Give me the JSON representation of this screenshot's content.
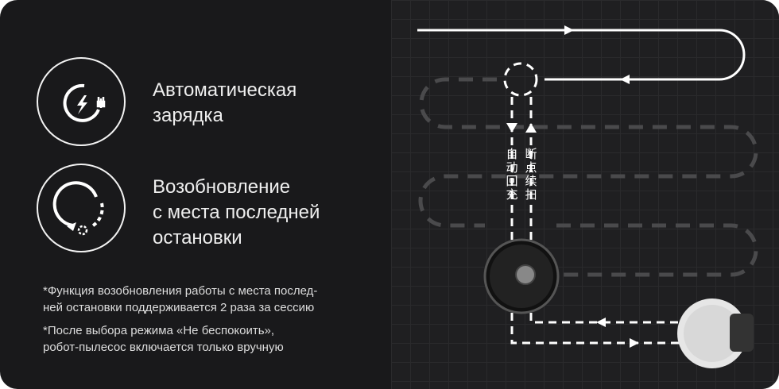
{
  "features": [
    {
      "icon": "auto-charge-icon",
      "label_line1": "Автоматическая",
      "label_line2": "зарядка"
    },
    {
      "icon": "resume-icon",
      "label_line1": "Возобновление",
      "label_line2": "с места последней",
      "label_line3": "остановки"
    }
  ],
  "notes": [
    {
      "line1": "*Функция возобновления работы с места послед-",
      "line2": "ней остановки поддерживается 2 раза за сессию"
    },
    {
      "line1": "*После выбора режима «Не беспокоить»,",
      "line2": "робот-пылесос включается только вручную"
    }
  ],
  "diagram": {
    "label_return": "自动回充",
    "label_resume": "断点续扫"
  }
}
